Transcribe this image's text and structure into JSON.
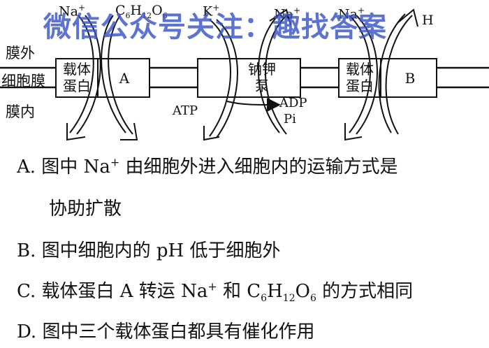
{
  "membrane": {
    "outside": "膜外",
    "membrane": "细胞膜",
    "inside": "膜内"
  },
  "proteins": {
    "left_carrier": [
      "载体",
      "蛋白"
    ],
    "a_label": "A",
    "pump": [
      "钠钾",
      "泵"
    ],
    "right_carrier": [
      "载体",
      "蛋白"
    ],
    "b_label": "B"
  },
  "ions": {
    "na1": {
      "base": "Na",
      "charge": "+"
    },
    "glucose": {
      "c": "C",
      "c_sub": "6",
      "h": "H",
      "h_sub": "12",
      "o": "O",
      "o_sub": "6"
    },
    "k": {
      "base": "K",
      "charge": "+"
    },
    "na2": {
      "base": "Na",
      "charge": "+"
    },
    "na3": {
      "base": "Na",
      "charge": "+"
    },
    "h_right": "H",
    "atp": "ATP",
    "adp": "ADP",
    "pi": "Pi"
  },
  "watermark": "微信公众号关注：趣找答案",
  "options": {
    "a": {
      "prefix": "A. 图中 Na",
      "charge": "+",
      "rest": " 由细胞外进入细胞内的运输方式是"
    },
    "a2": "协助扩散",
    "b": "B. 图中细胞内的 pH 低于细胞外",
    "c": {
      "prefix": "C. 载体蛋白 A 转运 Na",
      "charge": "+",
      "mid": " 和 C",
      "sub1": "6",
      "h": "H",
      "sub2": "12",
      "o": "O",
      "sub3": "6",
      "rest": " 的方式相同"
    },
    "d": "D. 图中三个载体蛋白都具有催化作用"
  },
  "colors": {
    "line": "#111111",
    "watermark": "#3a55c9"
  }
}
